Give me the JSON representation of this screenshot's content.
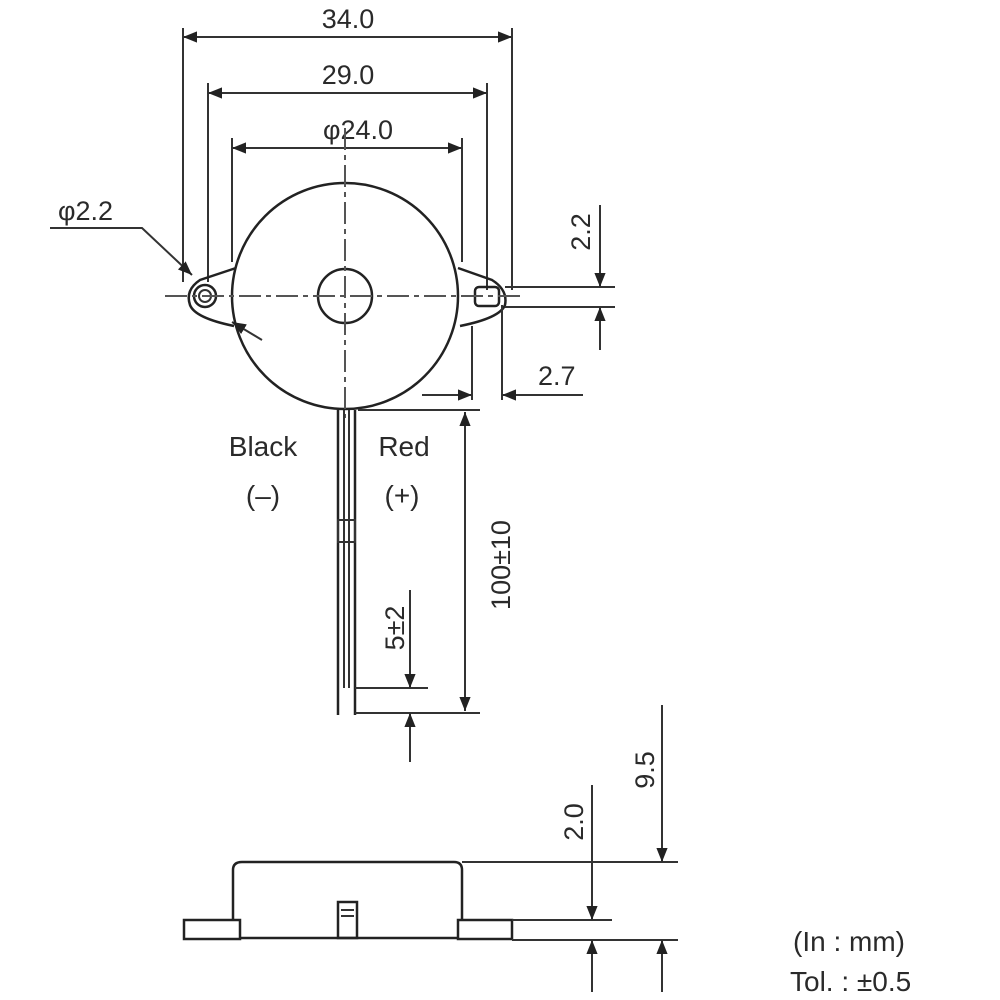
{
  "dimensions": {
    "overall_width": "34.0",
    "hole_pitch": "29.0",
    "body_diameter": "φ24.0",
    "hole_diameter": "φ2.2",
    "slot_height": "2.2",
    "slot_width": "2.7",
    "lead_length": "100±10",
    "strip_length": "5±2",
    "flange_thickness": "2.0",
    "total_height": "9.5"
  },
  "leads": {
    "black_label": "Black",
    "black_polarity": "(–)",
    "red_label": "Red",
    "red_polarity": "(+)"
  },
  "notes": {
    "units": "(In : mm)",
    "tolerance": "Tol. : ±0.5"
  }
}
